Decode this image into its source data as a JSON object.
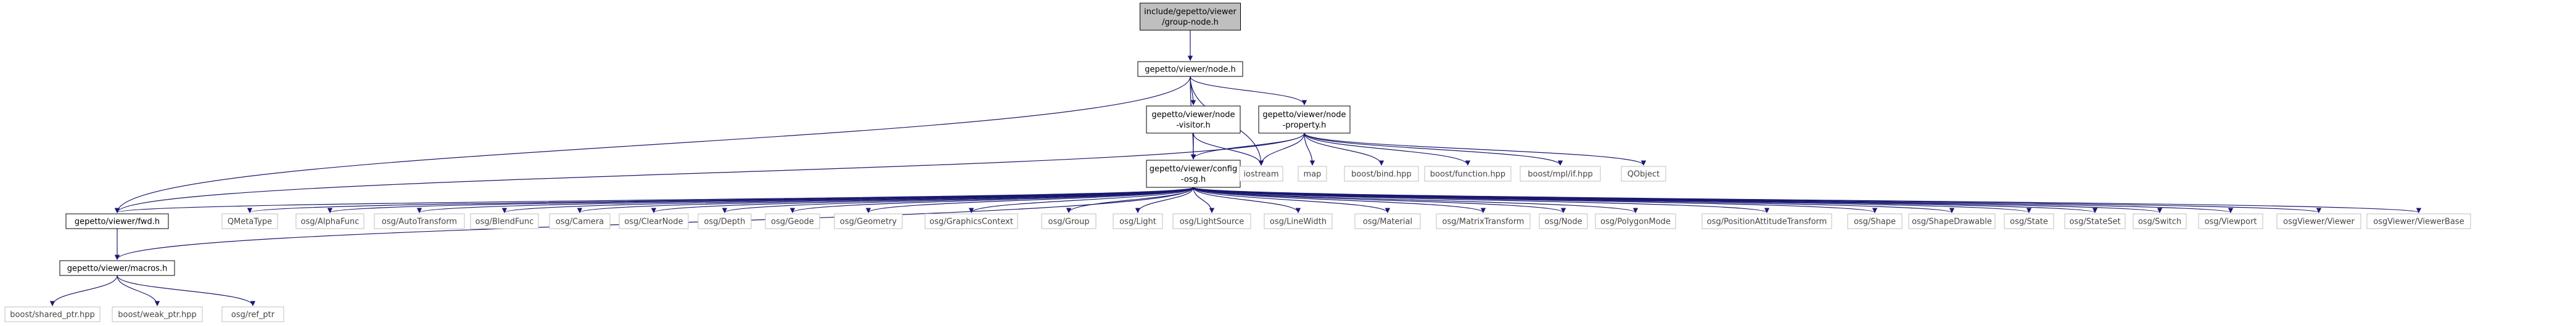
{
  "diagram": {
    "type": "include-dependency-graph",
    "colors": {
      "edge": "#191970",
      "root_fill": "#bfbfbf",
      "project_border": "#000000",
      "external_border": "#bfbfbf",
      "text": "#000000",
      "external_text": "#444444"
    },
    "nodes": [
      {
        "id": "group_node",
        "lines": [
          "include/gepetto/viewer",
          "/group-node.h"
        ],
        "kind": "root"
      },
      {
        "id": "node_h",
        "lines": [
          "gepetto/viewer/node.h"
        ],
        "kind": "project"
      },
      {
        "id": "node_visitor",
        "lines": [
          "gepetto/viewer/node",
          "-visitor.h"
        ],
        "kind": "project"
      },
      {
        "id": "node_property",
        "lines": [
          "gepetto/viewer/node",
          "-property.h"
        ],
        "kind": "project"
      },
      {
        "id": "config_osg",
        "lines": [
          "gepetto/viewer/config",
          "-osg.h"
        ],
        "kind": "project"
      },
      {
        "id": "fwd_h",
        "lines": [
          "gepetto/viewer/fwd.h"
        ],
        "kind": "project"
      },
      {
        "id": "macros_h",
        "lines": [
          "gepetto/viewer/macros.h"
        ],
        "kind": "project"
      },
      {
        "id": "iostream",
        "lines": [
          "iostream"
        ],
        "kind": "external"
      },
      {
        "id": "map",
        "lines": [
          "map"
        ],
        "kind": "external"
      },
      {
        "id": "boost_bind",
        "lines": [
          "boost/bind.hpp"
        ],
        "kind": "external"
      },
      {
        "id": "boost_function",
        "lines": [
          "boost/function.hpp"
        ],
        "kind": "external"
      },
      {
        "id": "boost_mpl_if",
        "lines": [
          "boost/mpl/if.hpp"
        ],
        "kind": "external"
      },
      {
        "id": "qobject",
        "lines": [
          "QObject"
        ],
        "kind": "external"
      },
      {
        "id": "qmetatype",
        "lines": [
          "QMetaType"
        ],
        "kind": "external"
      },
      {
        "id": "osg_alphafunc",
        "lines": [
          "osg/AlphaFunc"
        ],
        "kind": "external"
      },
      {
        "id": "osg_autotransform",
        "lines": [
          "osg/AutoTransform"
        ],
        "kind": "external"
      },
      {
        "id": "osg_blendfunc",
        "lines": [
          "osg/BlendFunc"
        ],
        "kind": "external"
      },
      {
        "id": "osg_camera",
        "lines": [
          "osg/Camera"
        ],
        "kind": "external"
      },
      {
        "id": "osg_clearnode",
        "lines": [
          "osg/ClearNode"
        ],
        "kind": "external"
      },
      {
        "id": "osg_depth",
        "lines": [
          "osg/Depth"
        ],
        "kind": "external"
      },
      {
        "id": "osg_geode",
        "lines": [
          "osg/Geode"
        ],
        "kind": "external"
      },
      {
        "id": "osg_geometry",
        "lines": [
          "osg/Geometry"
        ],
        "kind": "external"
      },
      {
        "id": "osg_graphicscontext",
        "lines": [
          "osg/GraphicsContext"
        ],
        "kind": "external"
      },
      {
        "id": "osg_group",
        "lines": [
          "osg/Group"
        ],
        "kind": "external"
      },
      {
        "id": "osg_light",
        "lines": [
          "osg/Light"
        ],
        "kind": "external"
      },
      {
        "id": "osg_lightsource",
        "lines": [
          "osg/LightSource"
        ],
        "kind": "external"
      },
      {
        "id": "osg_linewidth",
        "lines": [
          "osg/LineWidth"
        ],
        "kind": "external"
      },
      {
        "id": "osg_material",
        "lines": [
          "osg/Material"
        ],
        "kind": "external"
      },
      {
        "id": "osg_matrixtransform",
        "lines": [
          "osg/MatrixTransform"
        ],
        "kind": "external"
      },
      {
        "id": "osg_node",
        "lines": [
          "osg/Node"
        ],
        "kind": "external"
      },
      {
        "id": "osg_polygonmode",
        "lines": [
          "osg/PolygonMode"
        ],
        "kind": "external"
      },
      {
        "id": "osg_pat",
        "lines": [
          "osg/PositionAttitudeTransform"
        ],
        "kind": "external"
      },
      {
        "id": "osg_shape",
        "lines": [
          "osg/Shape"
        ],
        "kind": "external"
      },
      {
        "id": "osg_shapedrawable",
        "lines": [
          "osg/ShapeDrawable"
        ],
        "kind": "external"
      },
      {
        "id": "osg_state",
        "lines": [
          "osg/State"
        ],
        "kind": "external"
      },
      {
        "id": "osg_stateset",
        "lines": [
          "osg/StateSet"
        ],
        "kind": "external"
      },
      {
        "id": "osg_switch",
        "lines": [
          "osg/Switch"
        ],
        "kind": "external"
      },
      {
        "id": "osg_viewport",
        "lines": [
          "osg/Viewport"
        ],
        "kind": "external"
      },
      {
        "id": "osgviewer_viewer",
        "lines": [
          "osgViewer/Viewer"
        ],
        "kind": "external"
      },
      {
        "id": "osgviewer_viewerbase",
        "lines": [
          "osgViewer/ViewerBase"
        ],
        "kind": "external"
      },
      {
        "id": "boost_shared_ptr",
        "lines": [
          "boost/shared_ptr.hpp"
        ],
        "kind": "external"
      },
      {
        "id": "boost_weak_ptr",
        "lines": [
          "boost/weak_ptr.hpp"
        ],
        "kind": "external"
      },
      {
        "id": "osg_ref_ptr",
        "lines": [
          "osg/ref_ptr"
        ],
        "kind": "external"
      }
    ],
    "edges": [
      [
        "group_node",
        "node_h"
      ],
      [
        "node_h",
        "node_visitor"
      ],
      [
        "node_h",
        "node_property"
      ],
      [
        "node_h",
        "config_osg"
      ],
      [
        "node_h",
        "fwd_h"
      ],
      [
        "node_h",
        "iostream"
      ],
      [
        "node_visitor",
        "config_osg"
      ],
      [
        "node_visitor",
        "iostream"
      ],
      [
        "node_property",
        "config_osg"
      ],
      [
        "node_property",
        "fwd_h"
      ],
      [
        "node_property",
        "iostream"
      ],
      [
        "node_property",
        "map"
      ],
      [
        "node_property",
        "boost_bind"
      ],
      [
        "node_property",
        "boost_function"
      ],
      [
        "node_property",
        "boost_mpl_if"
      ],
      [
        "node_property",
        "qobject"
      ],
      [
        "config_osg",
        "fwd_h"
      ],
      [
        "config_osg",
        "macros_h"
      ],
      [
        "config_osg",
        "qmetatype"
      ],
      [
        "config_osg",
        "osg_alphafunc"
      ],
      [
        "config_osg",
        "osg_autotransform"
      ],
      [
        "config_osg",
        "osg_blendfunc"
      ],
      [
        "config_osg",
        "osg_camera"
      ],
      [
        "config_osg",
        "osg_clearnode"
      ],
      [
        "config_osg",
        "osg_depth"
      ],
      [
        "config_osg",
        "osg_geode"
      ],
      [
        "config_osg",
        "osg_geometry"
      ],
      [
        "config_osg",
        "osg_graphicscontext"
      ],
      [
        "config_osg",
        "osg_group"
      ],
      [
        "config_osg",
        "osg_light"
      ],
      [
        "config_osg",
        "osg_lightsource"
      ],
      [
        "config_osg",
        "osg_linewidth"
      ],
      [
        "config_osg",
        "osg_material"
      ],
      [
        "config_osg",
        "osg_matrixtransform"
      ],
      [
        "config_osg",
        "osg_node"
      ],
      [
        "config_osg",
        "osg_polygonmode"
      ],
      [
        "config_osg",
        "osg_pat"
      ],
      [
        "config_osg",
        "osg_shape"
      ],
      [
        "config_osg",
        "osg_shapedrawable"
      ],
      [
        "config_osg",
        "osg_state"
      ],
      [
        "config_osg",
        "osg_stateset"
      ],
      [
        "config_osg",
        "osg_switch"
      ],
      [
        "config_osg",
        "osg_viewport"
      ],
      [
        "config_osg",
        "osgviewer_viewer"
      ],
      [
        "config_osg",
        "osgviewer_viewerbase"
      ],
      [
        "fwd_h",
        "macros_h"
      ],
      [
        "macros_h",
        "boost_shared_ptr"
      ],
      [
        "macros_h",
        "boost_weak_ptr"
      ],
      [
        "macros_h",
        "osg_ref_ptr"
      ]
    ]
  }
}
